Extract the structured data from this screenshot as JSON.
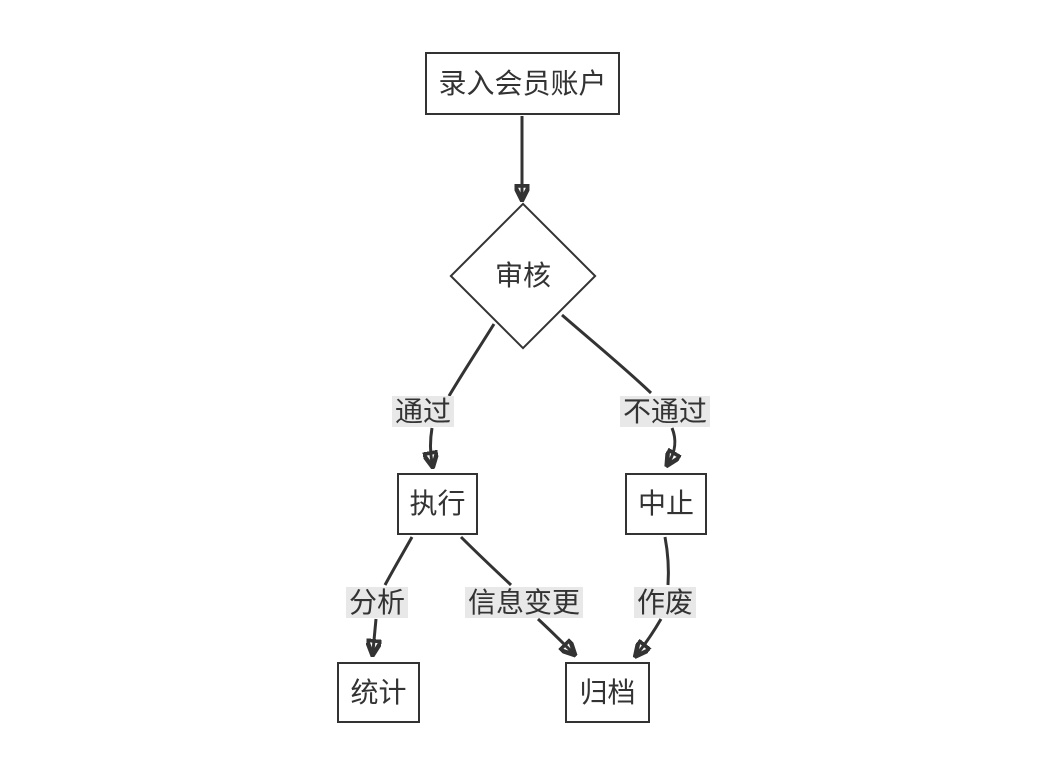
{
  "diagram": {
    "type": "flowchart",
    "colors": {
      "stroke": "#333333",
      "node_fill": "#ffffff",
      "edge_label_bg": "#e8e8e8",
      "background": "#ffffff",
      "text": "#333333"
    },
    "nodes": [
      {
        "id": "input",
        "shape": "rect",
        "label": "录入会员账户"
      },
      {
        "id": "review",
        "shape": "diamond",
        "label": "审核"
      },
      {
        "id": "execute",
        "shape": "rect",
        "label": "执行"
      },
      {
        "id": "abort",
        "shape": "rect",
        "label": "中止"
      },
      {
        "id": "stats",
        "shape": "rect",
        "label": "统计"
      },
      {
        "id": "archive",
        "shape": "rect",
        "label": "归档"
      }
    ],
    "edges": [
      {
        "from": "input",
        "to": "review",
        "label": ""
      },
      {
        "from": "review",
        "to": "execute",
        "label": "通过"
      },
      {
        "from": "review",
        "to": "abort",
        "label": "不通过"
      },
      {
        "from": "execute",
        "to": "stats",
        "label": "分析"
      },
      {
        "from": "execute",
        "to": "archive",
        "label": "信息变更"
      },
      {
        "from": "abort",
        "to": "archive",
        "label": "作废"
      }
    ]
  }
}
